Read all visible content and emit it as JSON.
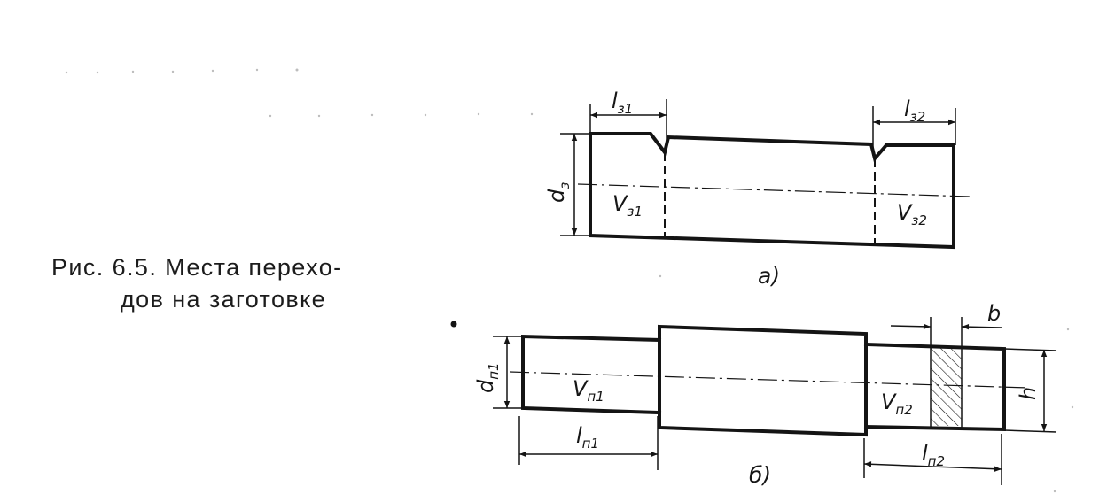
{
  "caption": {
    "line1": "Рис. 6.5. Места перехо-",
    "line2": "дов на заготовке"
  },
  "view_a": {
    "label": "а)",
    "dims": {
      "l_z1": "l",
      "l_z1_sub": "з1",
      "l_z2": "l",
      "l_z2_sub": "з2",
      "d_z": "d",
      "d_z_sub": "з"
    },
    "volumes": {
      "v_z1": "V",
      "v_z1_sub": "з1",
      "v_z2": "V",
      "v_z2_sub": "з2"
    }
  },
  "view_b": {
    "label": "б)",
    "dims": {
      "d_p1": "d",
      "d_p1_sub": "п1",
      "l_p1": "l",
      "l_p1_sub": "п1",
      "l_p2": "l",
      "l_p2_sub": "п2",
      "b": "b",
      "h": "h"
    },
    "volumes": {
      "v_p1": "V",
      "v_p1_sub": "п1",
      "v_p2": "V",
      "v_p2_sub": "п2"
    }
  }
}
